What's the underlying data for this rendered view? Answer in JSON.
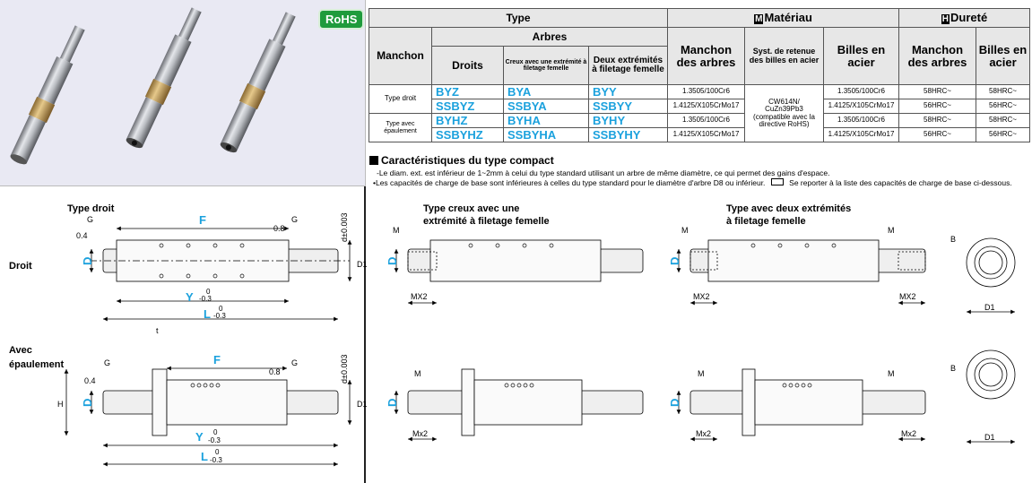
{
  "badge": "RoHS",
  "table": {
    "col_type": "Type",
    "col_materiau_mark": "M",
    "col_materiau": "Matériau",
    "col_durete_mark": "H",
    "col_durete": "Dureté",
    "col_manchon": "Manchon",
    "col_arbres": "Arbres",
    "col_droits": "Droits",
    "col_creux": "Creux avec une extrémité à filetage femelle",
    "col_deux": "Deux extrémités à filetage femelle",
    "col_manchon_arbres": "Manchon des arbres",
    "col_syst": "Syst. de retenue des billes en acier",
    "col_billes_acier": "Billes en acier",
    "col_manchon_arbres_2": "Manchon des arbres",
    "col_billes_acier_2": "Billes en acier",
    "row_type_droit": "Type droit",
    "row_type_epaulement": "Type avec épaulement",
    "retenue_value": "CW614N/ CuZn39Pb3 (compatible avec la directive RoHS)",
    "rows": [
      {
        "c1": "BYZ",
        "c2": "BYA",
        "c3": "BYY",
        "mat": "1.3505/100Cr6",
        "bille": "1.3505/100Cr6",
        "d1": "58HRC~",
        "d2": "58HRC~"
      },
      {
        "c1": "SSBYZ",
        "c2": "SSBYA",
        "c3": "SSBYY",
        "mat": "1.4125/X105CrMo17",
        "bille": "1.4125/X105CrMo17",
        "d1": "56HRC~",
        "d2": "56HRC~"
      },
      {
        "c1": "BYHZ",
        "c2": "BYHA",
        "c3": "BYHY",
        "mat": "1.3505/100Cr6",
        "bille": "1.3505/100Cr6",
        "d1": "58HRC~",
        "d2": "58HRC~"
      },
      {
        "c1": "SSBYHZ",
        "c2": "SSBYHA",
        "c3": "SSBYHY",
        "mat": "1.4125/X105CrMo17",
        "bille": "1.4125/X105CrMo17",
        "d1": "56HRC~",
        "d2": "56HRC~"
      }
    ]
  },
  "features": {
    "title": "Caractéristiques du type compact",
    "line1": "-Le diam. ext. est inférieur de 1~2mm à celui du type standard utilisant un arbre de même diamètre, ce qui permet des gains d'espace.",
    "line2": "•Les capacités de charge de base sont inférieures à celles du type standard pour le diamètre d'arbre D8 ou inférieur.",
    "line2b": "Se reporter à la liste des capacités de charge de base ci-dessous.",
    "ref_icon": "reference-icon"
  },
  "drawings": {
    "type_droit": "Type droit",
    "droit": "Droit",
    "avec": "Avec",
    "epaulement": "épaulement",
    "creux_1": "Type creux avec une",
    "creux_2": "extrémité à filetage femelle",
    "deux_1": "Type avec deux extrémités",
    "deux_2": "à filetage femelle",
    "F": "F",
    "Y": "Y",
    "L": "L",
    "D": "D",
    "D1": "D1",
    "H": "H",
    "t": "t",
    "G": "G",
    "r04": "0.4",
    "r08": "0.8",
    "tol_d": "d±0.003",
    "tol_up": "0",
    "tol_dn": "-0.3",
    "M": "M",
    "MX2": "MX2",
    "Mx2": "Mx2",
    "B": "B"
  }
}
